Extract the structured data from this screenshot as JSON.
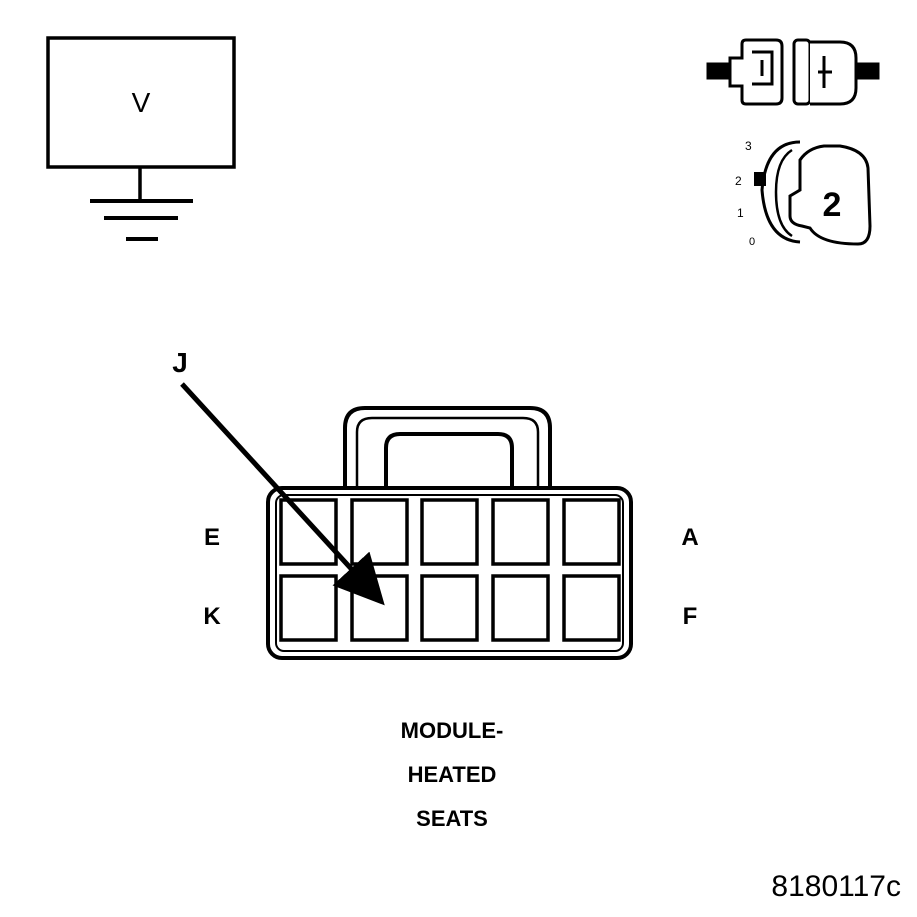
{
  "voltmeter": {
    "label": "V"
  },
  "ignition": {
    "positions": [
      "3",
      "2",
      "1",
      "0"
    ],
    "key_label": "2"
  },
  "connector": {
    "pin_label_top_left": "E",
    "pin_label_top_right": "A",
    "pin_label_bottom_left": "K",
    "pin_label_bottom_right": "F",
    "probe_pin": "J",
    "caption": [
      "MODULE-",
      "HEATED",
      "SEATS"
    ]
  },
  "figure_id": "8180117c"
}
